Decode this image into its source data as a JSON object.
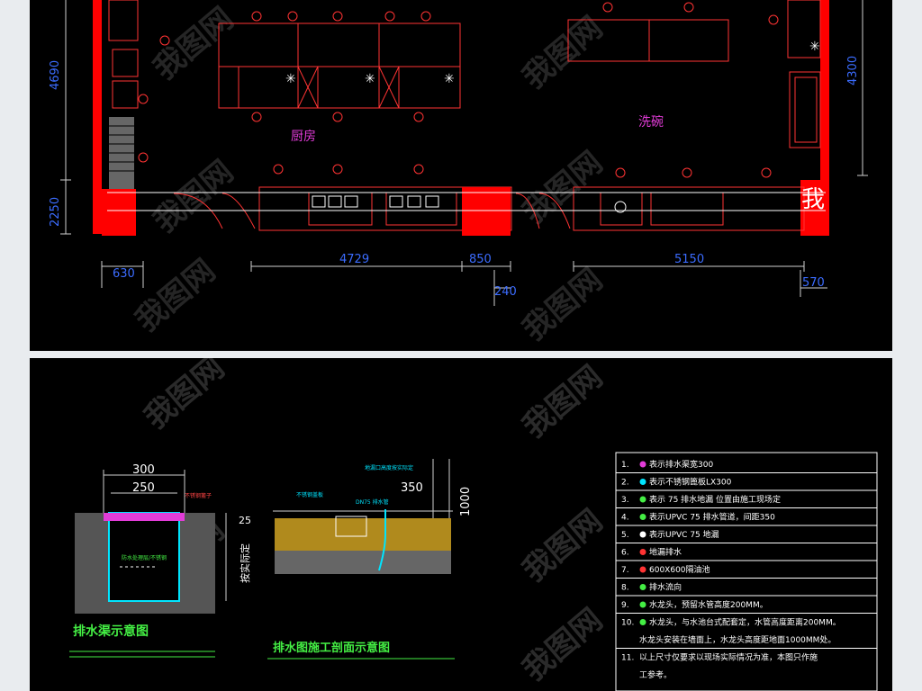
{
  "top_plan": {
    "room_label_kitchen": "厨房",
    "room_label_dish": "洗碗",
    "dims": {
      "left_vertical_upper": "4690",
      "left_vertical_lower": "2250",
      "right_vertical": "4300",
      "bottom_630": "630",
      "bottom_4729": "4729",
      "bottom_850": "850",
      "bottom_240": "240",
      "bottom_5150": "5150",
      "bottom_570": "570"
    },
    "overlay_char": "我"
  },
  "channel_diagram": {
    "top_dim_300": "300",
    "top_dim_250": "250",
    "side_dim_25": "25",
    "side_note": "按实际定",
    "left_note": "不锈钢篦子",
    "inner_note": "防水处理层/不锈钢",
    "title": "排水渠示意图"
  },
  "section_diagram": {
    "dim_350": "350",
    "dim_1000": "1000",
    "note_top": "地漏口高度按实际定",
    "note_left": "不锈钢盖板",
    "note_center": "DN75 排水管",
    "title": "排水图施工剖面示意图"
  },
  "legend": [
    {
      "num": "1.",
      "text": "表示排水渠宽300",
      "swatch": "#e23cd8"
    },
    {
      "num": "2.",
      "text": "表示不锈钢篦板LX300",
      "swatch": "#00e5ff"
    },
    {
      "num": "3.",
      "text": "表示 75 排水地漏 位置由施工现场定",
      "swatch": "#44ee44"
    },
    {
      "num": "4.",
      "text": "表示UPVC  75 排水管道，间距350",
      "swatch": "#44ee44"
    },
    {
      "num": "5.",
      "text": "表示UPVC  75 地漏",
      "swatch": "#ffffff"
    },
    {
      "num": "6.",
      "text": "地漏排水",
      "swatch": "#ff3333"
    },
    {
      "num": "7.",
      "text": "600X600隔油池",
      "swatch": "#ff3333"
    },
    {
      "num": "8.",
      "text": "排水流向",
      "swatch": "#44ee44"
    },
    {
      "num": "9.",
      "text": "水龙头，预留水管高度200MM。",
      "swatch": "#44ee44"
    },
    {
      "num": "10.",
      "text": "水龙头，与水池台式配套定，水管高度距离200MM。",
      "swatch": "#44ee44"
    },
    {
      "num": "",
      "text": "水龙头安装在墙面上，水龙头高度距地面1000MM处。",
      "swatch": ""
    },
    {
      "num": "11.",
      "text": "以上尺寸仅要求以现场实际情况为准，本图只作施",
      "swatch": ""
    },
    {
      "num": "",
      "text": "工参考。",
      "swatch": ""
    }
  ],
  "watermark_text": "我图网",
  "colors": {
    "background": "#000000",
    "wall_red": "#ff0000",
    "dim_blue": "#3b6cff",
    "label_magenta": "#e23cd8",
    "label_green": "#44ee44"
  }
}
